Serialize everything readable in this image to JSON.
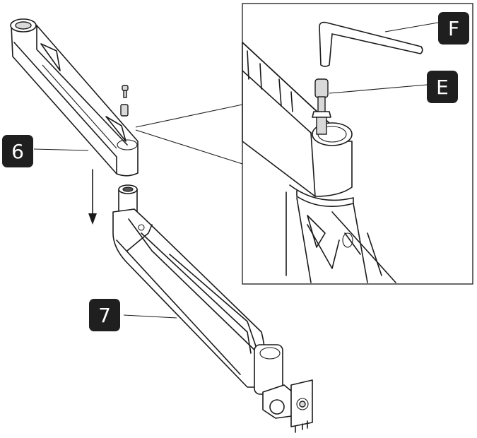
{
  "labels": {
    "part_6": "6",
    "part_7": "7",
    "part_f": "F",
    "part_e": "E"
  },
  "colors": {
    "badge_fill": "#1f1f1f",
    "line": "#1a1a1a",
    "background": "#ffffff"
  }
}
